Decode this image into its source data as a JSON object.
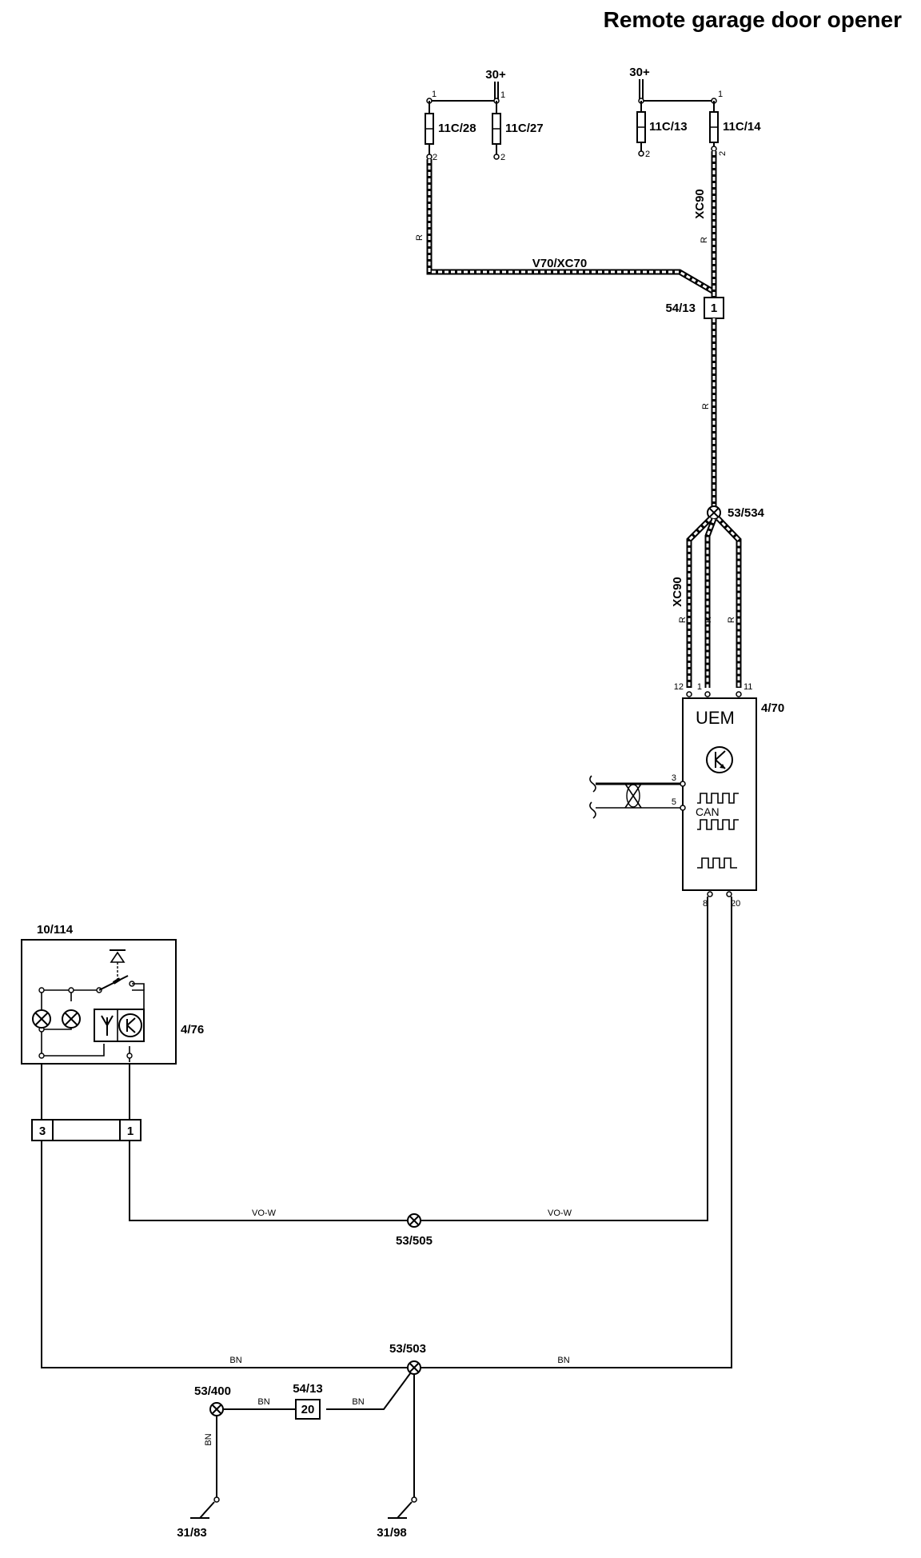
{
  "title": "Remote garage door opener",
  "supply": {
    "left": "30+",
    "right": "30+"
  },
  "fuses": [
    {
      "id": "11C/28",
      "pin_top": "1",
      "pin_bottom": "2"
    },
    {
      "id": "11C/27",
      "pin_top": "1",
      "pin_bottom": "2"
    },
    {
      "id": "11C/13",
      "pin_top": "",
      "pin_bottom": "2"
    },
    {
      "id": "11C/14",
      "pin_top": "1",
      "pin_bottom": "2"
    }
  ],
  "variants": {
    "v70": "V70/XC70",
    "xc90_top": "XC90",
    "xc90_mid": "XC90"
  },
  "wire_colors": {
    "red": "R",
    "violet_white": "VO-W",
    "brown": "BN"
  },
  "connectors": {
    "c5413_top": {
      "id": "54/13",
      "pin": "1"
    },
    "c5413_bottom": {
      "id": "54/13",
      "pin": "20"
    },
    "c10114": {
      "id": "10/114",
      "pin_left": "3",
      "pin_right": "1"
    }
  },
  "splices": [
    "53/534",
    "53/505",
    "53/503",
    "53/400"
  ],
  "uem": {
    "label": "UEM",
    "id": "4/70",
    "pins_top": [
      "12",
      "1",
      "11"
    ],
    "pins_left": [
      "3",
      "5"
    ],
    "pins_bottom": [
      "8",
      "20"
    ],
    "bus_label": "CAN"
  },
  "mirror_module": {
    "id": "4/76"
  },
  "grounds": [
    "31/83",
    "31/98"
  ]
}
